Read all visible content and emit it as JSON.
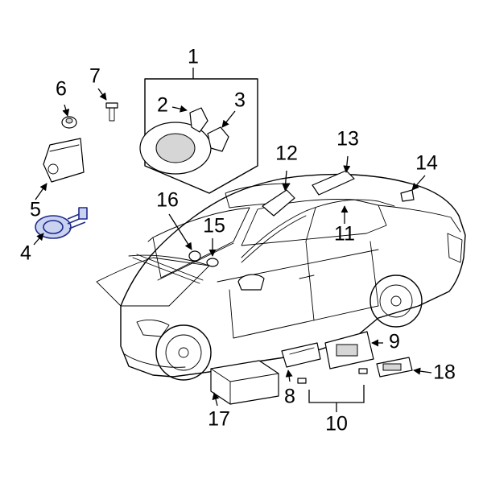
{
  "diagram": {
    "highlight_color": "#1e2a8c",
    "callouts": [
      "1",
      "2",
      "3",
      "4",
      "5",
      "6",
      "7",
      "8",
      "9",
      "10",
      "11",
      "12",
      "13",
      "14",
      "15",
      "16",
      "17",
      "18"
    ]
  }
}
